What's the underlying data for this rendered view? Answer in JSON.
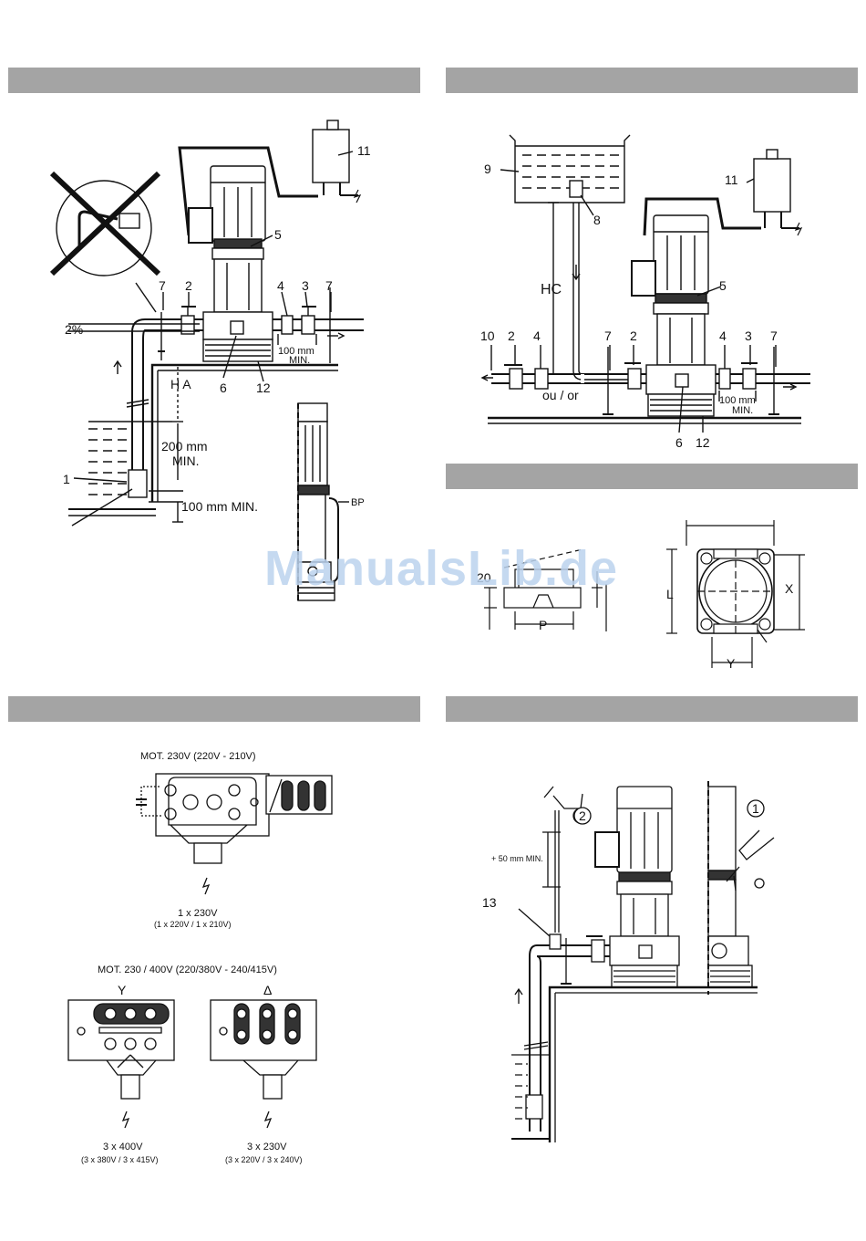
{
  "fig1": {
    "callouts": [
      "7",
      "2",
      "4",
      "3",
      "7",
      "5",
      "11",
      "6",
      "12",
      "1"
    ],
    "slope": "2%",
    "ha": "H A",
    "min100_top": "100 mm",
    "min100_bottom": "MIN.",
    "min200_top": "200 mm",
    "min200_bottom": "MIN.",
    "min100_long": "100 mm MIN.",
    "bp": "BP"
  },
  "fig2": {
    "callouts": [
      "9",
      "11",
      "8",
      "5",
      "10",
      "2",
      "4",
      "7",
      "2",
      "4",
      "3",
      "7",
      "6",
      "12"
    ],
    "hc": "HC",
    "ou_or": "ou / or",
    "min100_top": "100 mm",
    "min100_bottom": "MIN."
  },
  "fig3": {
    "dim20": "20",
    "dimP": "P",
    "dimL": "L",
    "dimX": "X",
    "dimY": "Y"
  },
  "fig4": {
    "mono_title": "MOT. 230V (220V - 210V)",
    "mono_voltage": "1 x 230V",
    "mono_sub": "(1 x 220V / 1 x 210V)",
    "tri_title": "MOT. 230 / 400V (220/380V - 240/415V)",
    "star": "Y",
    "delta": "Δ",
    "star_voltage": "3 x 400V",
    "star_sub": "(3 x 380V / 3 x 415V)",
    "delta_voltage": "3 x 230V",
    "delta_sub": "(3 x 220V / 3 x 240V)"
  },
  "fig5": {
    "step2": "2",
    "step1": "1",
    "min50": "+ 50 mm MIN.",
    "callout13": "13"
  },
  "watermark": "ManualsLib.de",
  "colors": {
    "header_bar": "#a4a4a4",
    "ink": "#111111",
    "watermark": "#bcd3ee"
  }
}
